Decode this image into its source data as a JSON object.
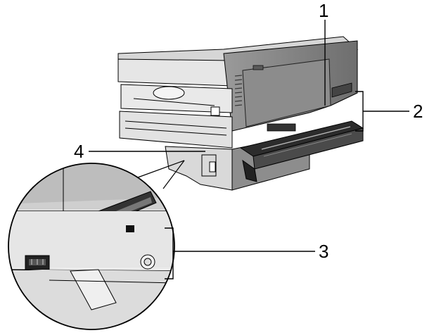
{
  "callouts": [
    {
      "id": "1",
      "label": "1"
    },
    {
      "id": "2",
      "label": "2"
    },
    {
      "id": "3",
      "label": "3"
    },
    {
      "id": "4",
      "label": "4"
    }
  ],
  "colors": {
    "body_light": "#e4e4e4",
    "body_mid": "#c9c9c9",
    "body_dark": "#7a7a7a",
    "tray_dark": "#3c3c3c",
    "line": "#000000"
  }
}
